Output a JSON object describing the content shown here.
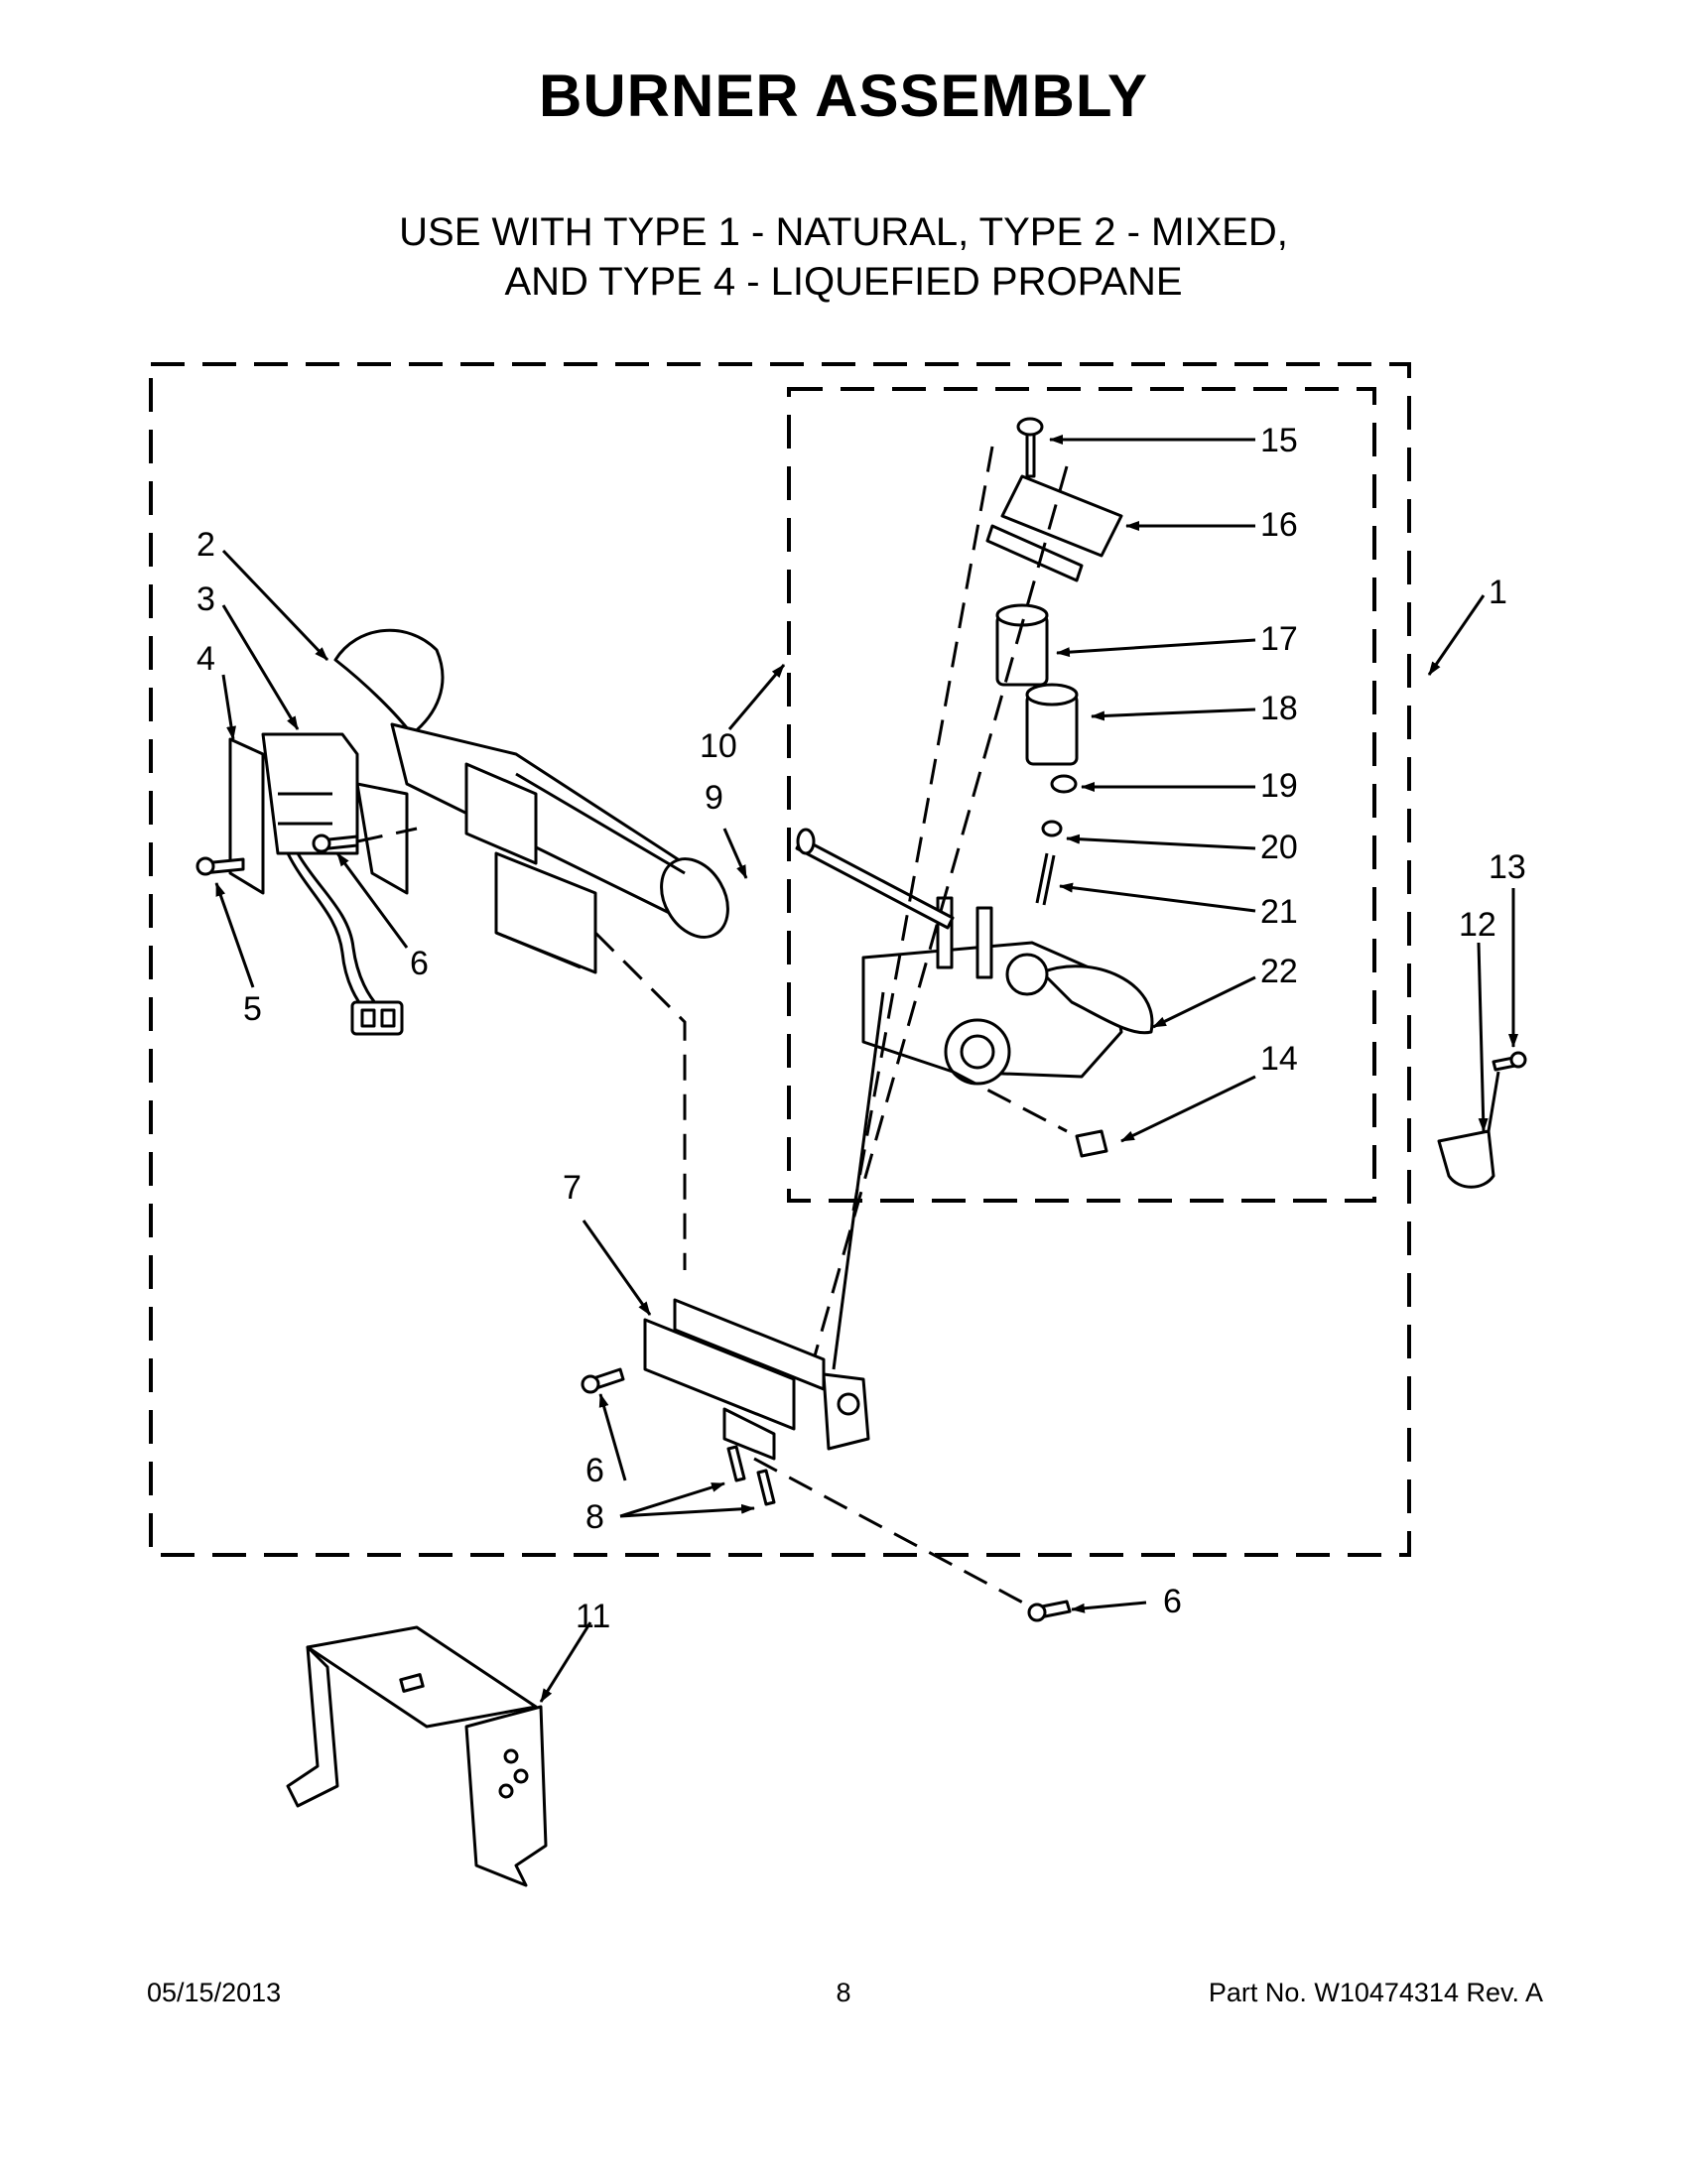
{
  "title": "BURNER  ASSEMBLY",
  "subtitle_line1": "USE WITH TYPE 1 - NATURAL, TYPE 2 - MIXED,",
  "subtitle_line2": "AND TYPE 4 - LIQUEFIED PROPANE",
  "callouts": {
    "c1": "1",
    "c2": "2",
    "c3": "3",
    "c4": "4",
    "c5": "5",
    "c6a": "6",
    "c6b": "6",
    "c6c": "6",
    "c7": "7",
    "c8": "8",
    "c9": "9",
    "c10": "10",
    "c11": "11",
    "c12": "12",
    "c13": "13",
    "c14": "14",
    "c15": "15",
    "c16": "16",
    "c17": "17",
    "c18": "18",
    "c19": "19",
    "c20": "20",
    "c21": "21",
    "c22": "22"
  },
  "footer": {
    "date": "05/15/2013",
    "page": "8",
    "part_no": "Part No.  W10474314  Rev.  A"
  }
}
